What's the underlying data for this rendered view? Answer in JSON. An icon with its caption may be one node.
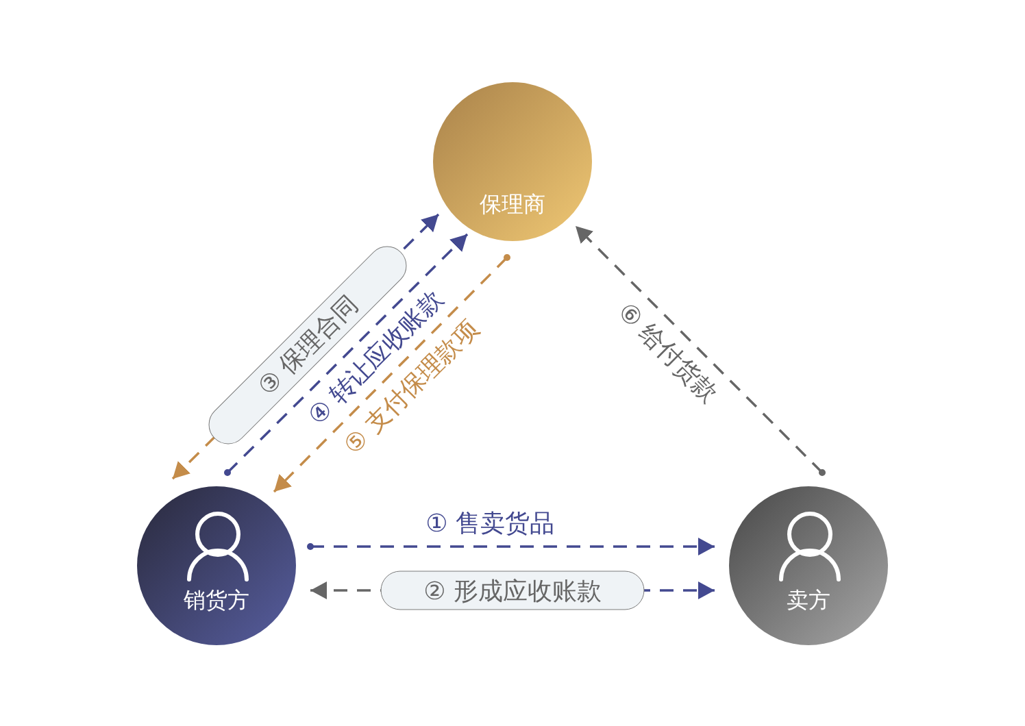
{
  "diagram": {
    "nodes": [
      {
        "text": [
          "保理商"
        ]
      },
      {
        "text": [
          "销货方"
        ]
      },
      {
        "text": [
          "卖方"
        ]
      }
    ],
    "edges": [
      {
        "from": 1,
        "to": 2,
        "arrow": "to",
        "label": "① 售卖货品",
        "style": "dashed"
      },
      {
        "from": 1,
        "to": 2,
        "arrow": "both",
        "label": "② 形成应收账款",
        "style": "dashed",
        "color": "#666666"
      },
      {
        "from": 1,
        "to": 0,
        "arrow": "both",
        "label": "③ 保理合同",
        "style": "dashed",
        "color": "#c48c4a"
      },
      {
        "from": 1,
        "to": 0,
        "arrow": "to",
        "label": "④ 转让应收账款",
        "style": "dashed"
      },
      {
        "from": 0,
        "to": 1,
        "arrow": "to",
        "label": "⑤ 支付保理款项",
        "style": "dashed",
        "color": "#c48c4a"
      },
      {
        "from": 2,
        "to": 0,
        "arrow": "to",
        "label": "⑥ 给付货款",
        "style": "dashed",
        "color": "#666666"
      }
    ]
  }
}
